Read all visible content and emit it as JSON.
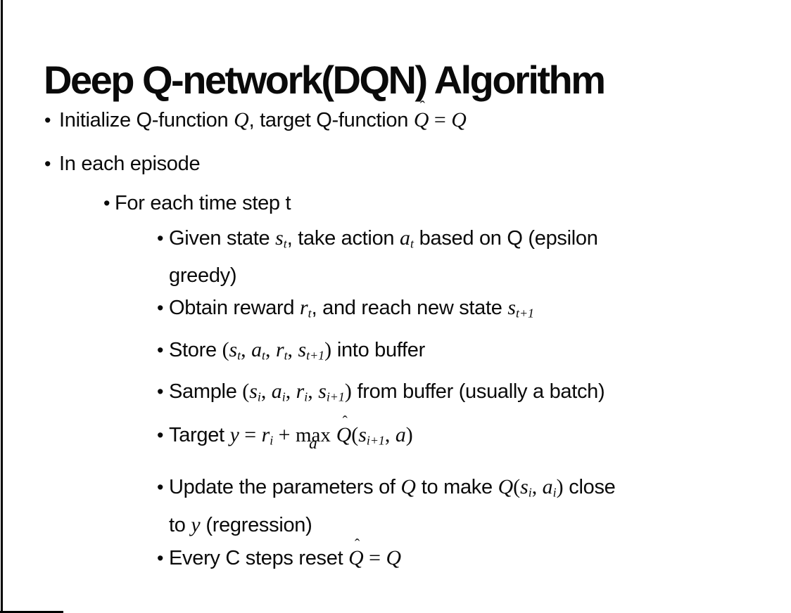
{
  "slide": {
    "colors": {
      "text": "#0a0a0a",
      "background": "#ffffff",
      "border": "#000000"
    },
    "title": "Deep Q-network(DQN) Algorithm",
    "bullet_glyph": "•",
    "bullets": [
      {
        "level": 1,
        "segments": [
          {
            "k": "t",
            "v": "Initialize Q-function "
          },
          {
            "k": "m",
            "v": "Q"
          },
          {
            "k": "t",
            "v": ", target Q-function "
          },
          {
            "k": "hat",
            "v": "Q",
            "mark": "ˆ"
          },
          {
            "k": "mt",
            "v": " = "
          },
          {
            "k": "m",
            "v": "Q"
          }
        ]
      },
      {
        "level": 1,
        "segments": [
          {
            "k": "t",
            "v": "In each episode"
          }
        ]
      },
      {
        "level": 2,
        "segments": [
          {
            "k": "t",
            "v": "For each time step t"
          }
        ]
      },
      {
        "level": 3,
        "segments": [
          {
            "k": "t",
            "v": "Given state "
          },
          {
            "k": "sub",
            "b": "s",
            "s": "t"
          },
          {
            "k": "t",
            "v": ", take action "
          },
          {
            "k": "sub",
            "b": "a",
            "s": "t"
          },
          {
            "k": "t",
            "v": " based on Q (epsilon"
          },
          {
            "k": "br"
          },
          {
            "k": "t",
            "v": "greedy)"
          }
        ]
      },
      {
        "level": 3,
        "segments": [
          {
            "k": "t",
            "v": "Obtain reward "
          },
          {
            "k": "sub",
            "b": "r",
            "s": "t"
          },
          {
            "k": "t",
            "v": ", and reach new state "
          },
          {
            "k": "sub",
            "b": "s",
            "s": "t+1"
          }
        ]
      },
      {
        "level": 3,
        "segments": [
          {
            "k": "t",
            "v": "Store "
          },
          {
            "k": "mt",
            "v": "("
          },
          {
            "k": "sub",
            "b": "s",
            "s": "t"
          },
          {
            "k": "mt",
            "v": ", "
          },
          {
            "k": "sub",
            "b": "a",
            "s": "t"
          },
          {
            "k": "mt",
            "v": ", "
          },
          {
            "k": "sub",
            "b": "r",
            "s": "t"
          },
          {
            "k": "mt",
            "v": ", "
          },
          {
            "k": "sub",
            "b": "s",
            "s": "t+1"
          },
          {
            "k": "mt",
            "v": ")"
          },
          {
            "k": "t",
            "v": " into buffer"
          }
        ]
      },
      {
        "level": 3,
        "segments": [
          {
            "k": "t",
            "v": "Sample "
          },
          {
            "k": "mt",
            "v": "("
          },
          {
            "k": "sub",
            "b": "s",
            "s": "i"
          },
          {
            "k": "mt",
            "v": ", "
          },
          {
            "k": "sub",
            "b": "a",
            "s": "i"
          },
          {
            "k": "mt",
            "v": ", "
          },
          {
            "k": "sub",
            "b": "r",
            "s": "i"
          },
          {
            "k": "mt",
            "v": ", "
          },
          {
            "k": "sub",
            "b": "s",
            "s": "i+1"
          },
          {
            "k": "mt",
            "v": ")"
          },
          {
            "k": "t",
            "v": " from buffer (usually a batch)"
          }
        ]
      },
      {
        "level": 3,
        "segments": [
          {
            "k": "t",
            "v": "Target "
          },
          {
            "k": "m",
            "v": "y"
          },
          {
            "k": "mt",
            "v": " = "
          },
          {
            "k": "sub",
            "b": "r",
            "s": "i"
          },
          {
            "k": "mt",
            "v": " + "
          },
          {
            "k": "under",
            "v": "max",
            "u": "a"
          },
          {
            "k": "t",
            "v": " "
          },
          {
            "k": "hat",
            "v": "Q",
            "mark": "ˆ"
          },
          {
            "k": "mt",
            "v": "("
          },
          {
            "k": "sub",
            "b": "s",
            "s": "i+1"
          },
          {
            "k": "mt",
            "v": ", "
          },
          {
            "k": "m",
            "v": "a"
          },
          {
            "k": "mt",
            "v": ")"
          }
        ]
      },
      {
        "level": 3,
        "segments": [
          {
            "k": "t",
            "v": "Update the parameters of "
          },
          {
            "k": "m",
            "v": "Q"
          },
          {
            "k": "t",
            "v": " to make "
          },
          {
            "k": "m",
            "v": "Q"
          },
          {
            "k": "mt",
            "v": "("
          },
          {
            "k": "sub",
            "b": "s",
            "s": "i"
          },
          {
            "k": "mt",
            "v": ", "
          },
          {
            "k": "sub",
            "b": "a",
            "s": "i"
          },
          {
            "k": "mt",
            "v": ")"
          },
          {
            "k": "t",
            "v": " close"
          },
          {
            "k": "br"
          },
          {
            "k": "t",
            "v": "to "
          },
          {
            "k": "m",
            "v": "y"
          },
          {
            "k": "t",
            "v": " (regression)"
          }
        ]
      },
      {
        "level": 3,
        "segments": [
          {
            "k": "t",
            "v": "Every C steps reset "
          },
          {
            "k": "hat",
            "v": "Q",
            "mark": "ˆ"
          },
          {
            "k": "mt",
            "v": " = "
          },
          {
            "k": "m",
            "v": "Q"
          }
        ]
      }
    ]
  }
}
